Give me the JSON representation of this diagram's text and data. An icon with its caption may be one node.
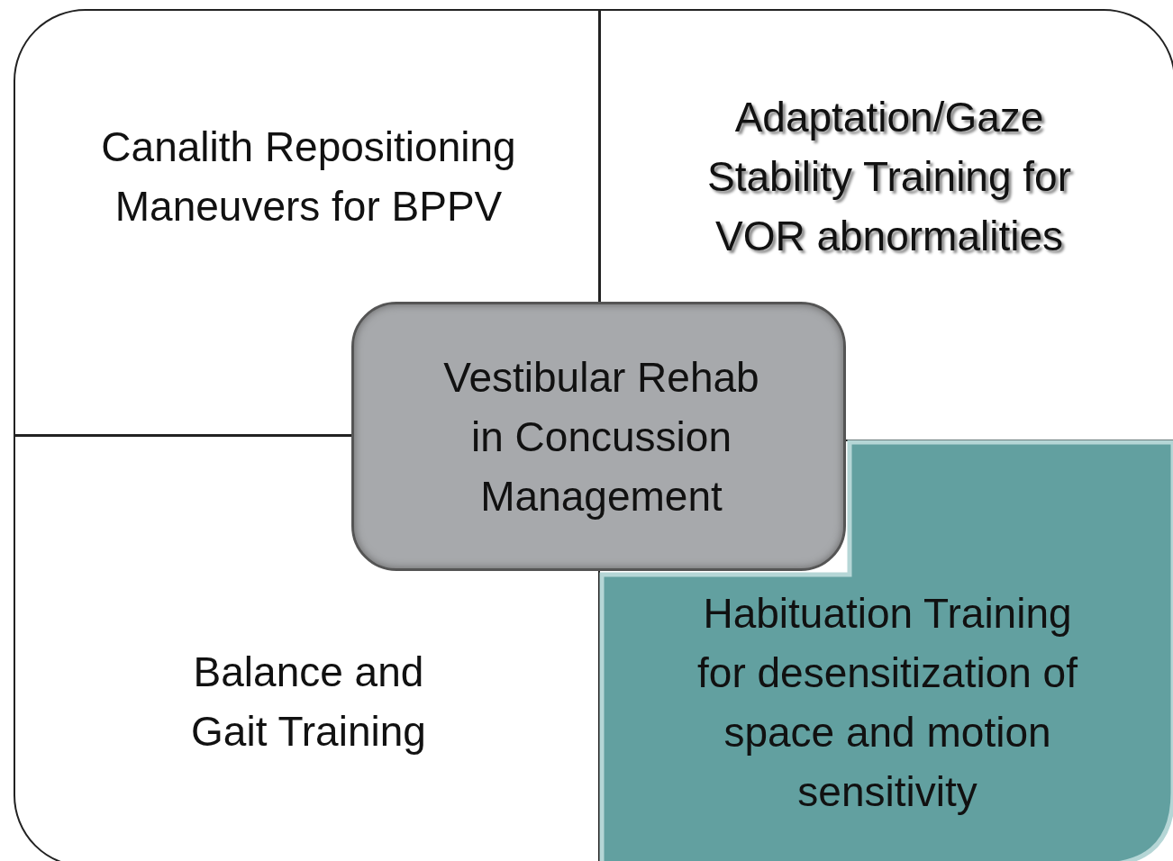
{
  "diagram": {
    "nodes": [
      {
        "text": [
          "Canalith Repositioning Maneuvers for BPPV"
        ]
      },
      {
        "text": [
          "Adaptation/Gaze Stability Training for VOR abnormalities"
        ]
      },
      {
        "text": [
          "Vestibular Rehab in Concussion Management"
        ]
      },
      {
        "text": [
          "Balance and Gait Training"
        ]
      },
      {
        "text": [
          "Habituation Training for desensitization of space and motion sensitivity"
        ]
      }
    ]
  }
}
